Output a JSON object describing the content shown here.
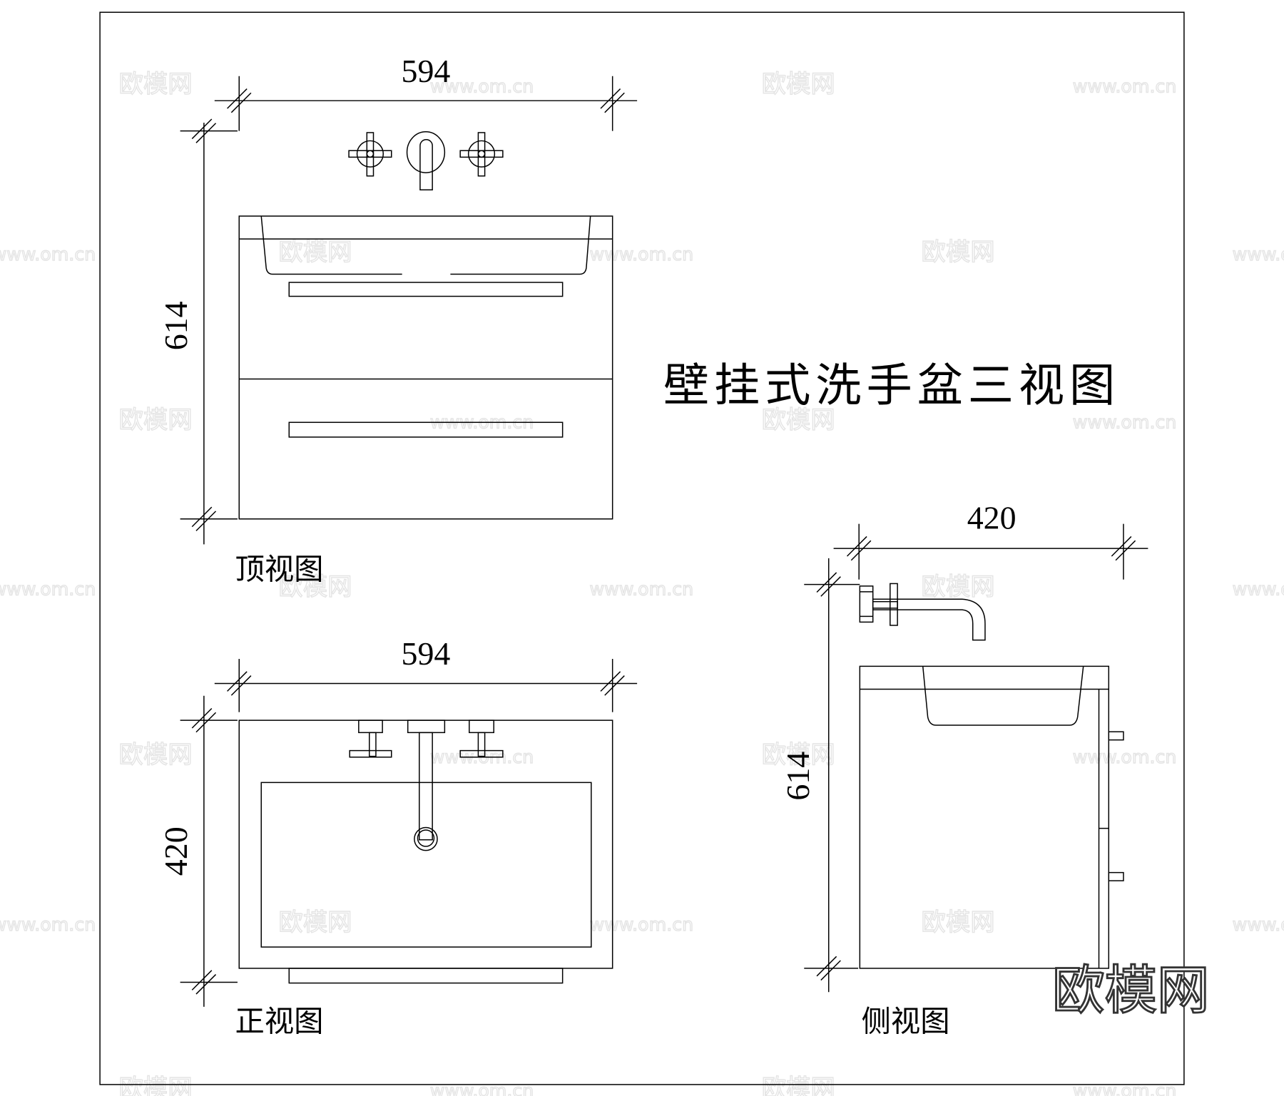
{
  "title": "壁挂式洗手盆三视图",
  "views": {
    "top": {
      "label": "顶视图",
      "width_dim": "594",
      "depth_dim": "614"
    },
    "front": {
      "label": "正视图",
      "width_dim": "594",
      "height_dim": "420"
    },
    "side": {
      "label": "侧视图",
      "width_dim": "420",
      "height_dim": "614"
    }
  },
  "watermark": {
    "logo": "欧模网",
    "site": "www.om.cn"
  },
  "colors": {
    "line": "#000000",
    "watermark": "#e4e4e4",
    "logo": "#333333"
  }
}
